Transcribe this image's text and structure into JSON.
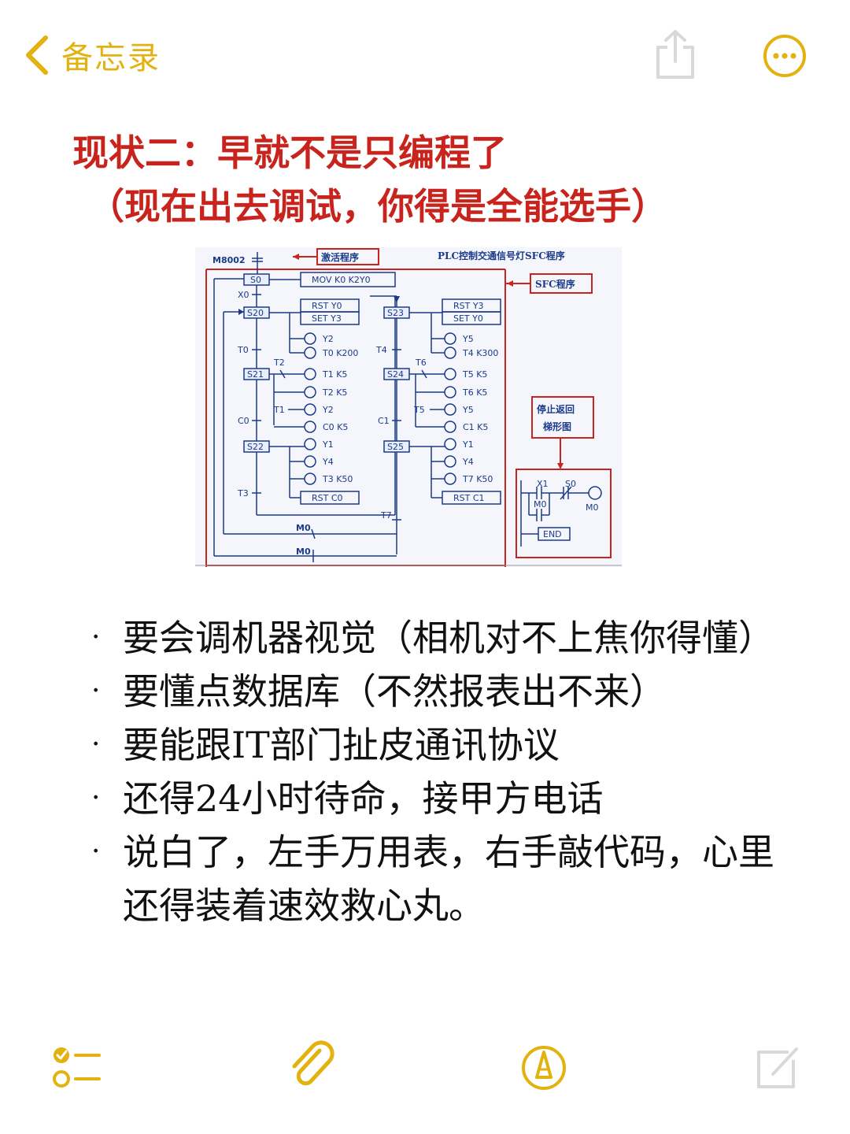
{
  "nav": {
    "back_label": "备忘录",
    "accent": "#e3b20f",
    "icons": [
      "chevron-left-icon",
      "share-icon",
      "more-icon"
    ]
  },
  "note": {
    "title_line1": "现状二：早就不是只编程了",
    "title_line2": "（现在出去调试，你得是全能选手）",
    "title_color": "#c8241d",
    "bullets": [
      "要会调机器视觉（相机对不上焦你得懂）",
      "要懂点数据库（不然报表出不来）",
      "要能跟IT部门扯皮通讯协议",
      "还得24小时待命，接甲方电话",
      "说白了，左手万用表，右手敲代码，心里还得装着速效救心丸。"
    ]
  },
  "diagram": {
    "header": "PLC控制交通信号灯SFC程序",
    "callout_activate": "激活程序",
    "callout_sfc": "SFC程序",
    "callout_stop_1": "停止返回",
    "callout_stop_2": "梯形图",
    "m8002": "M8002",
    "mov": "MOV K0 K2Y0",
    "s0": "S0",
    "x0": "X0",
    "left_branch": {
      "s20": "S20",
      "rst_y0": "RST Y0",
      "set_y3": "SET Y3",
      "y2": "Y2",
      "t0_k200": "T0  K200",
      "t0": "T0",
      "s21": "S21",
      "t2": "T2",
      "t1_k5": "T1  K5",
      "t2_k5": "T2  K5",
      "t1": "T1",
      "y2b": "Y2",
      "c0_k5": "C0  K5",
      "c0": "C0",
      "s22": "S22",
      "y1": "Y1",
      "y4": "Y4",
      "t3_k50": "T3  K50",
      "t3": "T3",
      "rst_c0": "RST C0"
    },
    "right_branch": {
      "s23": "S23",
      "rst_y3": "RST Y3",
      "set_y0": "SET Y0",
      "y5": "Y5",
      "t4_k300": "T4  K300",
      "t4": "T4",
      "s24": "S24",
      "t6": "T6",
      "t5_k5": "T5  K5",
      "t6_k5": "T6  K5",
      "t5": "T5",
      "y5b": "Y5",
      "c1_k5": "C1  K5",
      "c1": "C1",
      "s25": "S25",
      "y1": "Y1",
      "y4": "Y4",
      "t7_k50": "T7  K50",
      "t7": "T7",
      "rst_c1": "RST C1"
    },
    "m0a": "M0",
    "m0b": "M0",
    "ladder": {
      "x1": "X1",
      "s0": "S0",
      "m0_contact": "M0",
      "m0_coil": "M0",
      "end": "END"
    }
  },
  "toolbar": {
    "icons": [
      "checklist-icon",
      "paperclip-icon",
      "markup-pen-icon",
      "compose-icon"
    ]
  }
}
